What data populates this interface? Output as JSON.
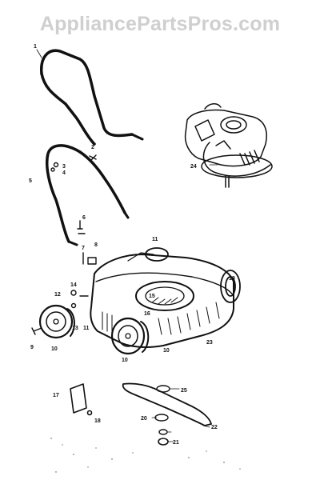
{
  "watermark": "AppliancePartsPros.com",
  "colors": {
    "ink": "#111111",
    "watermark": "#cfcfcf",
    "background": "#ffffff"
  },
  "callouts": {
    "c1": "1",
    "c2": "2",
    "c3": "3",
    "c4": "4",
    "c5": "5",
    "c6": "6",
    "c7": "7",
    "c8": "8",
    "c9": "9",
    "c10a": "10",
    "c10b": "10",
    "c10c": "10",
    "c11a": "11",
    "c11b": "11",
    "c12": "12",
    "c13": "13",
    "c14": "14",
    "c15": "15",
    "c16": "16",
    "c17": "17",
    "c18": "18",
    "c19": "19",
    "c20": "20",
    "c21": "21",
    "c22": "22",
    "c23": "23",
    "c24": "24",
    "c25": "25"
  }
}
